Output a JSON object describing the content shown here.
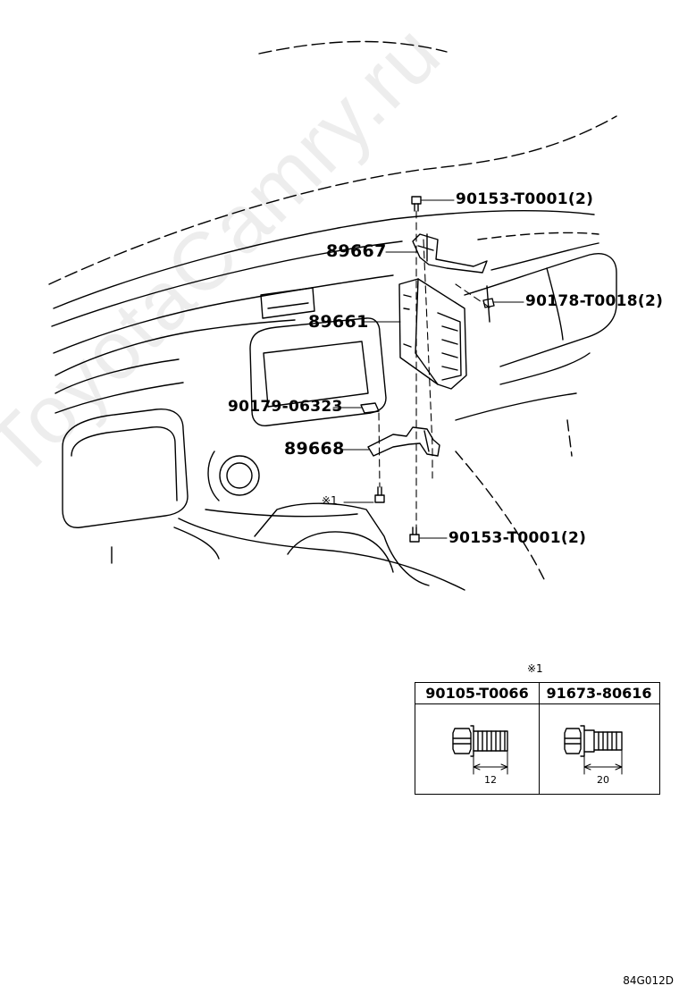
{
  "callouts": {
    "upper_bolt": "90153-T0001(2)",
    "bracket_upper": "89667",
    "nut": "90178-T0018(2)",
    "ecu": "89661",
    "clip": "90179-06323",
    "bracket_lower": "89668",
    "note_marker": "※1",
    "lower_bolt": "90153-T0001(2)"
  },
  "bolt_table": {
    "note": "※1",
    "columns": [
      {
        "part": "90105-T0066",
        "length": "12"
      },
      {
        "part": "91673-80616",
        "length": "20"
      }
    ]
  },
  "ref_code": "84G012D",
  "watermark": "ToyotaCamry.ru"
}
